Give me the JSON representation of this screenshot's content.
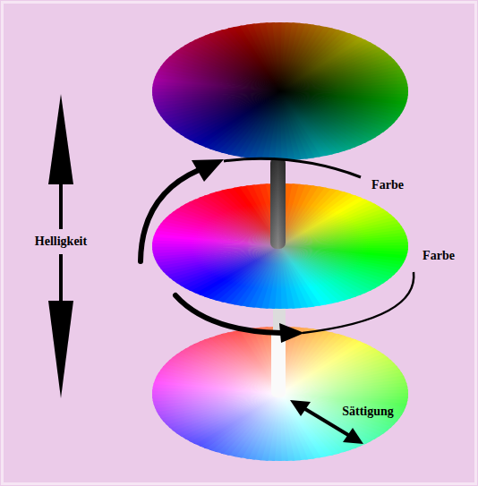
{
  "diagram": {
    "labels": [
      "Farbe",
      "Helligkeit",
      "Farbe",
      "Sättigung"
    ]
  }
}
